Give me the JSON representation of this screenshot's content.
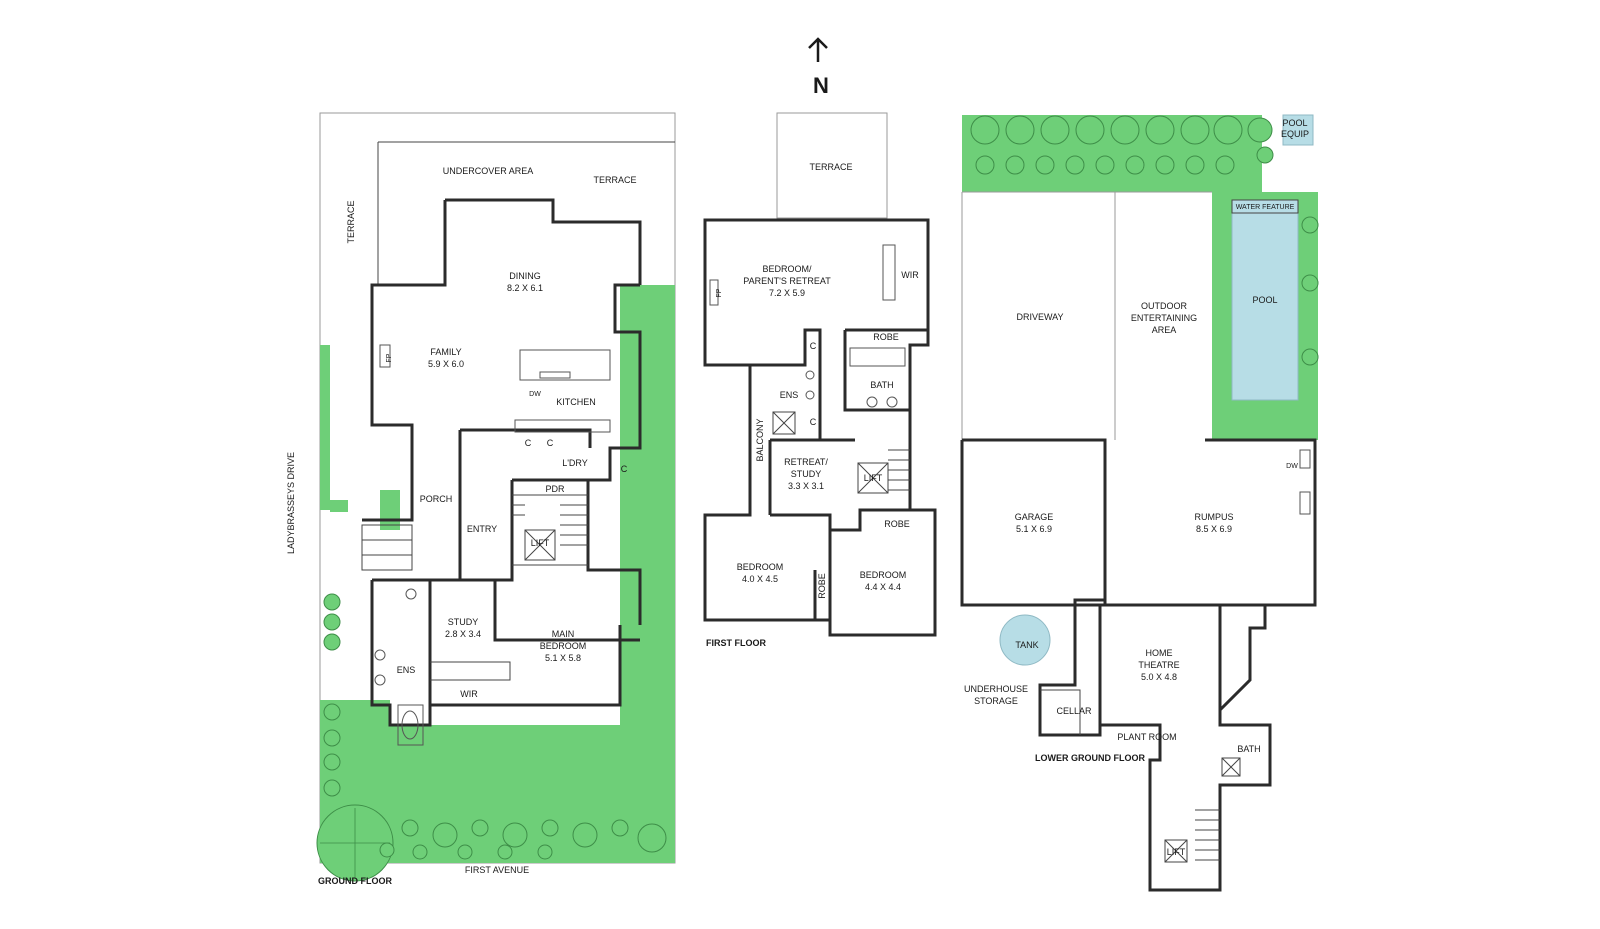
{
  "north": {
    "label": "N"
  },
  "ground_floor": {
    "title": "GROUND FLOOR",
    "street_south": "FIRST AVENUE",
    "street_west": "LADYBRASSEYS DRIVE",
    "rooms": {
      "undercover": "UNDERCOVER AREA",
      "terrace_top": "TERRACE",
      "terrace_side": "TERRACE",
      "dining": "DINING",
      "dining_dim": "8.2 X 6.1",
      "family": "FAMILY",
      "family_dim": "5.9 X 6.0",
      "kitchen": "KITCHEN",
      "fp": "FP",
      "dw": "DW",
      "c1": "C",
      "c2": "C",
      "c3": "C",
      "ldry": "L'DRY",
      "pdr": "PDR",
      "porch": "PORCH",
      "entry": "ENTRY",
      "lift": "LIFT",
      "study": "STUDY",
      "study_dim": "2.8 X 3.4",
      "main_bedroom": "MAIN BEDROOM",
      "main_bedroom_line1": "MAIN",
      "main_bedroom_line2": "BEDROOM",
      "main_bedroom_dim": "5.1 X 5.8",
      "ens": "ENS",
      "wir": "WIR"
    }
  },
  "first_floor": {
    "title": "FIRST FLOOR",
    "rooms": {
      "terrace": "TERRACE",
      "bedroom_retreat_line1": "BEDROOM/",
      "bedroom_retreat_line2": "PARENT'S RETREAT",
      "bedroom_retreat_dim": "7.2 X 5.9",
      "wir": "WIR",
      "fp": "FP",
      "robe1": "ROBE",
      "c1": "C",
      "c2": "C",
      "ens": "ENS",
      "bath": "BATH",
      "balcony": "BALCONY",
      "retreat_line1": "RETREAT/",
      "retreat_line2": "STUDY",
      "retreat_dim": "3.3 X 3.1",
      "lift": "LIFT",
      "robe2": "ROBE",
      "robe3": "ROBE",
      "bedroom1": "BEDROOM",
      "bedroom1_dim": "4.0 X 4.5",
      "bedroom2": "BEDROOM",
      "bedroom2_dim": "4.4 X 4.4"
    }
  },
  "lower_ground": {
    "title": "LOWER GROUND FLOOR",
    "rooms": {
      "pool_equip_line1": "POOL",
      "pool_equip_line2": "EQUIP",
      "water_feature": "WATER FEATURE",
      "pool": "POOL",
      "driveway": "DRIVEWAY",
      "outdoor_line1": "OUTDOOR",
      "outdoor_line2": "ENTERTAINING",
      "outdoor_line3": "AREA",
      "garage": "GARAGE",
      "garage_dim": "5.1 X 6.9",
      "rumpus": "RUMPUS",
      "rumpus_dim": "8.5 X 6.9",
      "dw": "DW",
      "tank": "TANK",
      "underhouse_line1": "UNDERHOUSE",
      "underhouse_line2": "STORAGE",
      "cellar": "CELLAR",
      "home_theatre_line1": "HOME",
      "home_theatre_line2": "THEATRE",
      "home_theatre_dim": "5.0 X 4.8",
      "plant_room": "PLANT ROOM",
      "bath": "BATH",
      "lift": "LIFT"
    }
  },
  "colors": {
    "garden": "#6ecf78",
    "pool": "#b7dde6",
    "walls": "#2b2b2b"
  }
}
